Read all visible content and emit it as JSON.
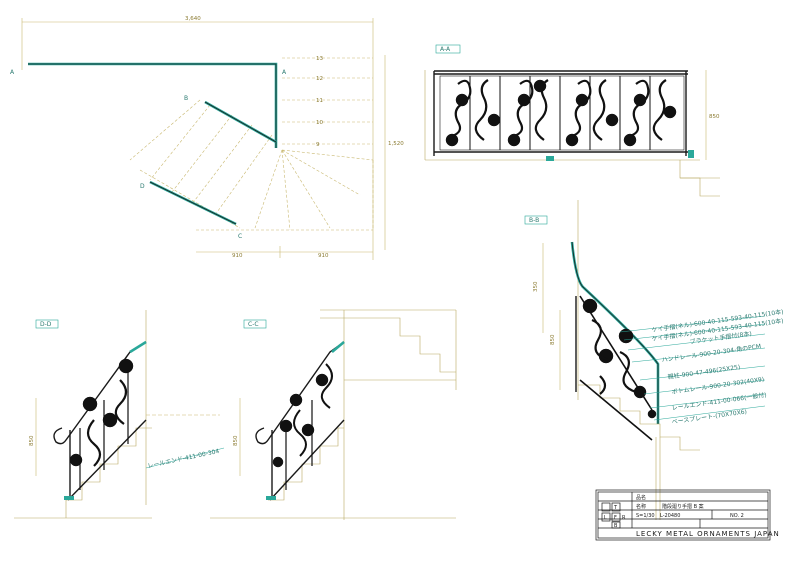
{
  "plan": {
    "overall_width": "3,640",
    "overall_depth": "1,520",
    "bottom_left": "910",
    "bottom_right": "910",
    "section_arrow_a": "A",
    "section_arrow_b": "B",
    "section_arrow_c": "C",
    "section_arrow_d": "D"
  },
  "section_aa": {
    "label": "A-A",
    "height": "850"
  },
  "section_bb": {
    "label": "B-B",
    "height_top": "350",
    "height_mid": "850",
    "callouts": [
      "ケイ手摺(ネル)-600-40-115-593-40-115(10本)",
      "ケイ手摺(ネル)-600-40-115-593-40-115(10本)",
      "ブラケット手摺付(8本)",
      "ハンドレール-900-20-304-角のPCM",
      "親柱-900-47-496(25X25)",
      "ボトムレール-900-20-302(40X9)",
      "レールエンド-411-00-066(一般付)",
      "ベースプレート-(70X70X6)"
    ]
  },
  "section_dd": {
    "label": "D-D",
    "height": "850",
    "note": "レールエンド-411-00-304"
  },
  "section_cc": {
    "label": "C-C",
    "height": "850"
  },
  "title_block": {
    "row1": "品名",
    "row2_label": "名称",
    "row2_value": "階段廻り手摺 B 案",
    "row3": "S=1/30",
    "row4": "L-20480",
    "row4b": "NO. 2",
    "company": "LECKY METAL ORNAMENTS JAPAN",
    "symbols": [
      "T",
      "L",
      "F",
      "R",
      "B"
    ]
  },
  "colors": {
    "rail_accent": "#2aa89a",
    "dimension": "#c9b870",
    "ornament": "#111111"
  }
}
